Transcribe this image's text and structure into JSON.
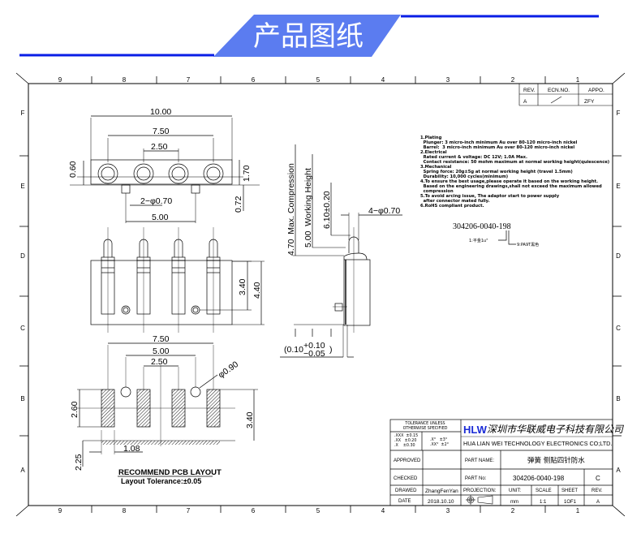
{
  "header": {
    "title": "产品图纸",
    "accent_color": "#5b7cf0",
    "line_color": "#0a1ee6"
  },
  "border": {
    "column_labels": [
      "9",
      "8",
      "7",
      "6",
      "5",
      "4",
      "3",
      "2",
      "1"
    ],
    "row_labels": [
      "F",
      "E",
      "D",
      "C",
      "B",
      "A"
    ]
  },
  "revision_table": {
    "headers": [
      "REV.",
      "ECN.NO.",
      "APPO."
    ],
    "row": [
      "A",
      "/",
      "ZFY"
    ]
  },
  "notes": {
    "lines": [
      "1.Plating",
      "  Plunger: 3 micro-inch minimum Au over 80-120 micro-inch nickel",
      "  Barrel:  3 micro-inch minimum Au over 80-120 micro-inch nickel",
      "2.Electrical",
      "  Rated current & voltage: DC 12V; 1.0A Max.",
      "  Contact resistance: 50 mohm maximum at normal working height(quiescence)",
      "3.Mechanical",
      "  Spring force: 20g±5g at normal working height (travel 1.5mm)",
      "  Durability: 10,000 cycles(minimum)",
      "4.To ensure the best usage,please operate it based on the working height.",
      "  Based on the engineering drawings,shall not exceed the maximum allowed",
      "  compression",
      "5.To avoid arcing issue, The adaptor start to power supply",
      "  after connector mated fully.",
      "6.RoHS compliant product."
    ]
  },
  "part_code": {
    "number": "304206-0040-198",
    "callout_1": "1:平金1u\"",
    "callout_2": "9:PA9T黑色"
  },
  "dimensions": {
    "top_view": {
      "overall_width": "10.00",
      "outer_pitch": "7.50",
      "pitch": "2.50",
      "height_left": "0.60",
      "height_right": "1.70",
      "post_dia": "2−φ0.70",
      "post_height": "0.72",
      "post_spacing": "5.00"
    },
    "front_view": {
      "height_inner": "3.40",
      "height_outer": "4.40"
    },
    "side_view": {
      "max_compression": "4.70  Max. Compression",
      "working_height": "5.00  Working Height",
      "free_height": "6.10±0.20",
      "plunger_dia": "4−φ0.70",
      "offset_base": "(0.10",
      "offset_plus": "+0.10",
      "offset_minus": "−0.05",
      "offset_close": ")"
    },
    "pcb_layout": {
      "outer_pitch": "7.50",
      "post_spacing": "5.00",
      "pitch": "2.50",
      "hole_dia": "φ0.90",
      "pad_length": "2.60",
      "overall": "3.40",
      "edge_offset": "2.25",
      "pad_width": "1.08",
      "title": "RECOMMEND PCB LAYOUT",
      "tolerance": "Layout Tolerance:±0.05"
    }
  },
  "title_block": {
    "tolerance_header_1": "TOLERANCE UNLESS",
    "tolerance_header_2": "OTHERWISE SPECIFIED",
    "tol_lin_1": ".XXX  ±0.15",
    "tol_lin_2": ".XX   ±0.20",
    "tol_lin_3": ".X    ±0.30",
    "tol_ang_1": ".X°   ±3°",
    "tol_ang_2": ".XX°  ±2°",
    "logo": "HLW",
    "company_cn": "深圳市华联威电子科技有限公司",
    "company_en": "HUA LIAN WEI TECHNOLOGY ELECTRONICS CO;LTD.",
    "approved_label": "APPROVED",
    "approved_value": "",
    "checked_label": "CHECKED",
    "checked_value": "",
    "drawed_label": "DRAWED",
    "drawed_value": "ZhangFenYan",
    "date_label": "DATE",
    "date_value": "2018.10.10",
    "part_name_label": "PART NAME:",
    "part_name_value": "弹簧 侧贴四针防水",
    "part_no_label": "PART No:",
    "part_no_value": "304206-0040-198",
    "part_rev": "C",
    "projection_label": "PROJECTION:",
    "unit_label": "UNIT:",
    "unit_value": "mm",
    "scale_label": "SCALE",
    "scale_value": "1:1",
    "sheet_label": "SHEET",
    "sheet_value": "1OF1",
    "rev_label": "REV.",
    "rev_value": "A"
  }
}
